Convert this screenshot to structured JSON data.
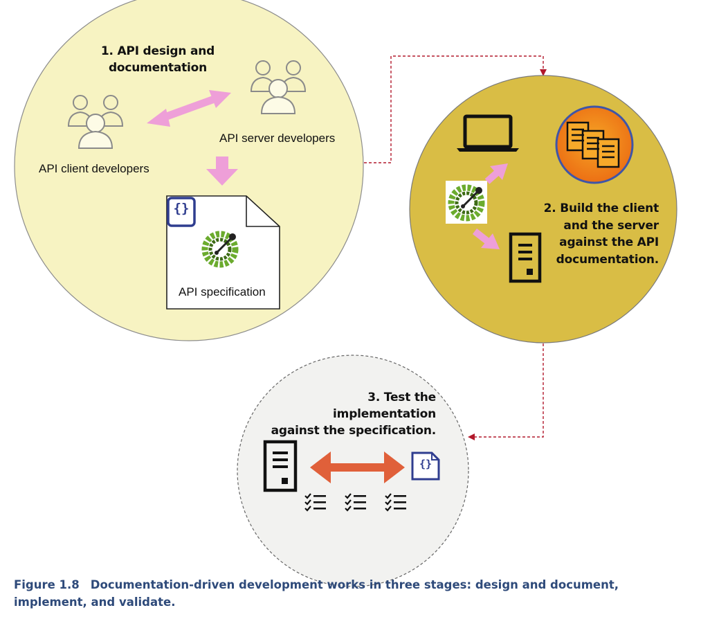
{
  "stage1": {
    "title_line1": "1. API design and",
    "title_line2": "documentation",
    "client_label": "API client developers",
    "server_label": "API server developers",
    "spec_label": "API specification",
    "spec_badge": "{}"
  },
  "stage2": {
    "title_line1": "2. Build the client",
    "title_line2": "and the server",
    "title_line3": "against the API",
    "title_line4": "documentation."
  },
  "stage3": {
    "title_line1": "3. Test the implementation",
    "title_line2": "against the specification.",
    "spec_badge": "{}"
  },
  "caption": {
    "figure": "Figure 1.8",
    "text": "Documentation-driven development works in three stages: design and document, implement, and validate."
  },
  "colors": {
    "stage1_fill": "#f7f3c2",
    "stage2_fill": "#d9bd45",
    "stage3_fill": "#f2f2f0",
    "flow_arrow": "#b2182b",
    "pink_arrow": "#ee9fd8",
    "red_arrow": "#e0603a",
    "server_circle": "#f08a1a",
    "badge_blue": "#2f3d8f",
    "logo_green": "#6bab2e",
    "caption": "#2e4a7a"
  },
  "icons": [
    "people-group-icon",
    "laptop-icon",
    "server-rack-icon",
    "document-icon",
    "openapi-logo-icon",
    "checklist-icon",
    "spec-file-icon"
  ]
}
